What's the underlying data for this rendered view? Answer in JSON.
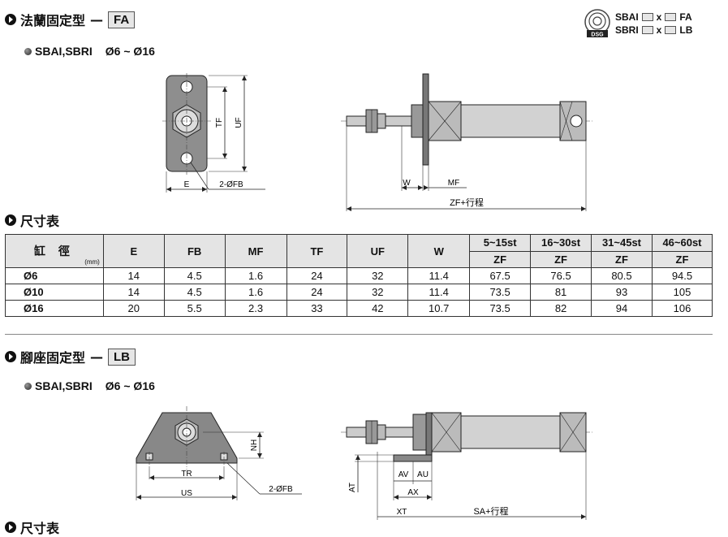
{
  "section_fa": {
    "title": "法蘭固定型",
    "dash": "—",
    "code": "FA",
    "subtitle": "SBAI,SBRI",
    "range": "Ø6 ~ Ø16"
  },
  "section_lb": {
    "title": "腳座固定型",
    "dash": "—",
    "code": "LB",
    "subtitle": "SBAI,SBRI",
    "range": "Ø6 ~ Ø16"
  },
  "dim_table_title": "尺寸表",
  "legend": {
    "logo_text": "DSG",
    "rows": [
      {
        "model": "SBAI",
        "x": "x",
        "code": "FA"
      },
      {
        "model": "SBRI",
        "x": "x",
        "code": "LB"
      }
    ]
  },
  "fa_drawing_labels": {
    "tf": "TF",
    "uf": "UF",
    "e": "E",
    "fb": "2-ØFB",
    "w": "W",
    "mf": "MF",
    "zf": "ZF+行程"
  },
  "lb_drawing_labels": {
    "nh": "NH",
    "tr": "TR",
    "us": "US",
    "fb": "2-ØFB",
    "at": "AT",
    "av": "AV",
    "au": "AU",
    "ax": "AX",
    "xt": "XT",
    "sa": "SA+行程"
  },
  "table": {
    "bore_header": "缸 徑",
    "bore_unit": "(mm)",
    "columns": [
      "E",
      "FB",
      "MF",
      "TF",
      "UF",
      "W"
    ],
    "stroke_groups": [
      "5~15st",
      "16~30st",
      "31~45st",
      "46~60st"
    ],
    "zf_label": "ZF",
    "rows": [
      {
        "bore": "Ø6",
        "E": "14",
        "FB": "4.5",
        "MF": "1.6",
        "TF": "24",
        "UF": "32",
        "W": "11.4",
        "zf": [
          "67.5",
          "76.5",
          "80.5",
          "94.5"
        ]
      },
      {
        "bore": "Ø10",
        "E": "14",
        "FB": "4.5",
        "MF": "1.6",
        "TF": "24",
        "UF": "32",
        "W": "11.4",
        "zf": [
          "73.5",
          "81",
          "93",
          "105"
        ]
      },
      {
        "bore": "Ø16",
        "E": "20",
        "FB": "5.5",
        "MF": "2.3",
        "TF": "33",
        "UF": "42",
        "W": "10.7",
        "zf": [
          "73.5",
          "82",
          "94",
          "106"
        ]
      }
    ]
  }
}
